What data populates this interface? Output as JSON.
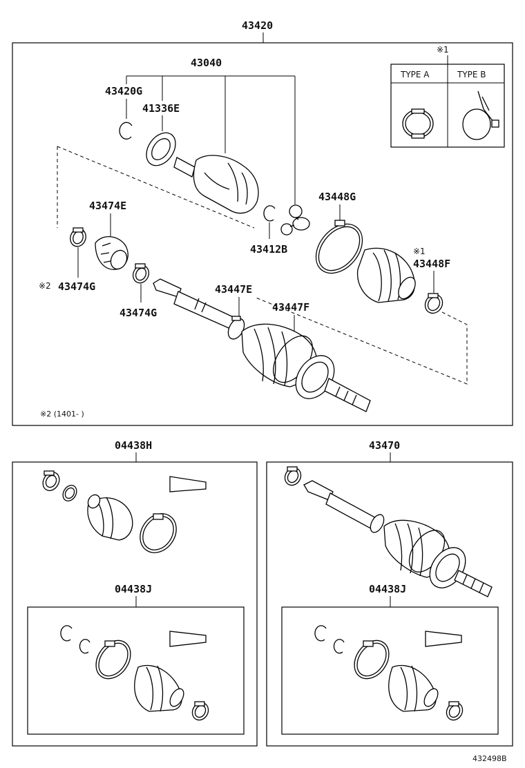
{
  "diagram": {
    "labels": {
      "assy_top": "43420",
      "shaft_inboard": "43040",
      "snap_ring_inboard": "43420G",
      "seal": "41336E",
      "snap_ring_small": "43412B",
      "clamp_inboard": "43448G",
      "ring_note1": "※1",
      "clamp_outboard": "43448F",
      "damper": "43474E",
      "clamp_note2_mark": "※2",
      "clamp_note2": "43474G",
      "clamp_damper": "43474G",
      "boot_clamp_inner": "43447E",
      "boot_clamp_outer": "43447F",
      "boot_kit_h": "04438H",
      "shaft_assy": "43470",
      "boot_kit_j_left": "04438J",
      "boot_kit_j_right": "04438J"
    },
    "inset": {
      "note_mark": "※1",
      "type_a": "TYPE A",
      "type_b": "TYPE B"
    },
    "footnote": "※2 (1401-    )",
    "drawing_number": "432498B"
  }
}
